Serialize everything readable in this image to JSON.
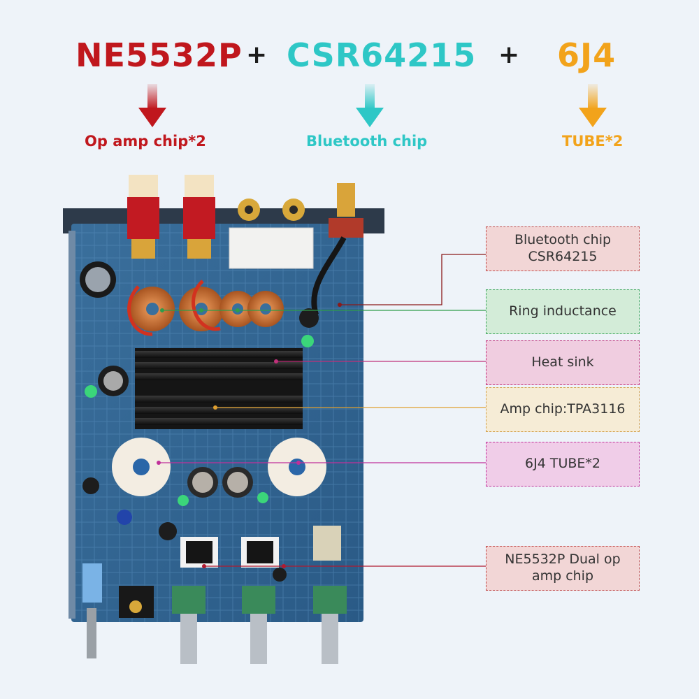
{
  "header": {
    "chip1": {
      "name": "NE5532P",
      "caption": "Op amp chip*2",
      "color": "#c0171d"
    },
    "chip2": {
      "name": "CSR64215",
      "caption": "Bluetooth chip",
      "color": "#2ec7c6"
    },
    "chip3": {
      "name": "6J4",
      "caption": "TUBE*2",
      "color": "#f2a31b"
    },
    "plus": "+"
  },
  "callouts": [
    {
      "line1": "Bluetooth chip",
      "line2": "CSR64215",
      "bg": "#f2d6d6",
      "border": "#c04a4a",
      "line_color": "#8a1a1a"
    },
    {
      "line1": "Ring inductance",
      "line2": "",
      "bg": "#d3ecd8",
      "border": "#3aa55a",
      "line_color": "#2f9d4a"
    },
    {
      "line1": "Heat sink",
      "line2": "",
      "bg": "#f0cde0",
      "border": "#c0307a",
      "line_color": "#c0307a"
    },
    {
      "line1": "Amp chip:TPA3116",
      "line2": "",
      "bg": "#f6ecd6",
      "border": "#d2a04a",
      "line_color": "#e0a030"
    },
    {
      "line1": "6J4 TUBE*2",
      "line2": "",
      "bg": "#f0cde8",
      "border": "#c0309a",
      "line_color": "#c0309a"
    },
    {
      "line1": "NE5532P Dual op",
      "line2": "amp chip",
      "bg": "#f2d6d6",
      "border": "#c04a4a",
      "line_color": "#b01a30"
    }
  ]
}
